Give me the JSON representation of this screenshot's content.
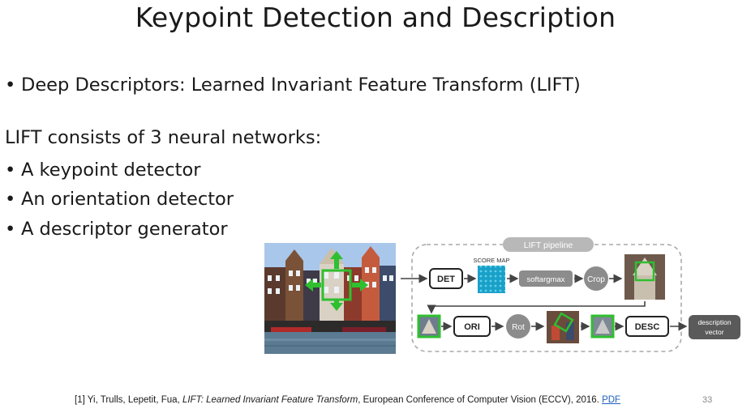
{
  "slide": {
    "title": "Keypoint Detection and Description",
    "bullet_main": "Deep Descriptors: Learned Invariant Feature Transform (LIFT)",
    "intro": "LIFT consists of 3 neural networks:",
    "networks": [
      "A keypoint detector",
      "An orientation detector",
      "A descriptor generator"
    ],
    "bullet_symbol": "•",
    "page_number": "33"
  },
  "diagram": {
    "pipeline_label": "LIFT pipeline",
    "score_map_label": "SCORE MAP",
    "det": "DET",
    "softargmax": "softargmax",
    "crop": "Crop",
    "ori": "ORI",
    "rot": "Rot",
    "desc": "DESC",
    "output_line1": "description",
    "output_line2": "vector"
  },
  "footnote": {
    "prefix": "[1] Yi, Trulls, Lepetit, Fua, ",
    "paper_title": "LIFT: Learned Invariant Feature Transform",
    "venue": ", European Conference of Computer Vision (ECCV),  2016. ",
    "link_text": "PDF"
  },
  "colors": {
    "highlight_green": "#2fbf2f",
    "node_gray": "#8c8c8c",
    "output_dark": "#5a5a5a",
    "link_blue": "#1f5fbf"
  }
}
